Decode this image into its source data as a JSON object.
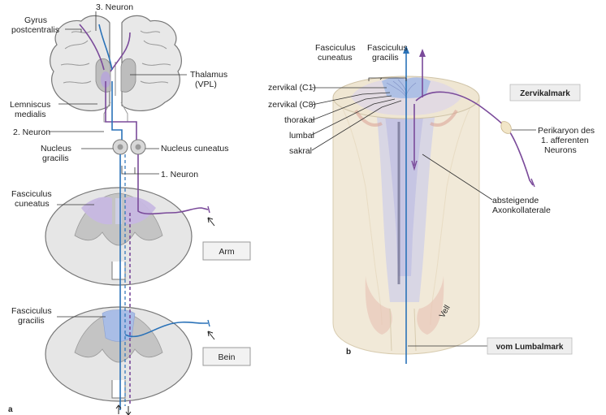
{
  "panel_a": {
    "panel_letter": "a",
    "labels": {
      "neuron3": "3. Neuron",
      "gyrus_line1": "Gyrus",
      "gyrus_line2": "postcentralis",
      "thalamus_line1": "Thalamus",
      "thalamus_line2": "(VPL)",
      "lemniscus_line1": "Lemniscus",
      "lemniscus_line2": "medialis",
      "neuron2": "2. Neuron",
      "nucleus_gracilis_line1": "Nucleus",
      "nucleus_gracilis_line2": "gracilis",
      "nucleus_cuneatus": "Nucleus cuneatus",
      "neuron1": "1. Neuron",
      "fasc_cuneatus_line1": "Fasciculus",
      "fasc_cuneatus_line2": "cuneatus",
      "fasc_gracilis_line1": "Fasciculus",
      "fasc_gracilis_line2": "gracilis"
    },
    "boxes": {
      "arm": "Arm",
      "bein": "Bein"
    }
  },
  "panel_b": {
    "panel_letter": "b",
    "labels": {
      "fasc_cuneatus_line1": "Fasciculus",
      "fasc_cuneatus_line2": "cuneatus",
      "fasc_gracilis_line1": "Fasciculus",
      "fasc_gracilis_line2": "gracilis",
      "zervikal_c1": "zervikal (C1)",
      "zervikal_c8": "zervikal (C8)",
      "thorakal": "thorakal",
      "lumbal": "lumbal",
      "sakral": "sakral",
      "perikaryon_line1": "Perikaryon des",
      "perikaryon_line2": "1. afferenten",
      "perikaryon_line3": "Neurons",
      "absteigende_line1": "absteigende",
      "absteigende_line2": "Axonkollaterale"
    },
    "boxes": {
      "zervikalmark": "Zervikalmark",
      "vom_lumbalmark": "vom Lumbalmark"
    },
    "signature": "Vell"
  },
  "colors": {
    "purple_pathway": "#7a4a9a",
    "blue_pathway": "#2a72b8",
    "cuneatus_fill": "#c7b8e2",
    "gracilis_fill": "#a9bde6",
    "gray_matter": "#bdbdbd",
    "white_matter": "#e6e6e6",
    "cord_body": "#f1e9d8",
    "cord_interior": "#cfcfe8"
  }
}
